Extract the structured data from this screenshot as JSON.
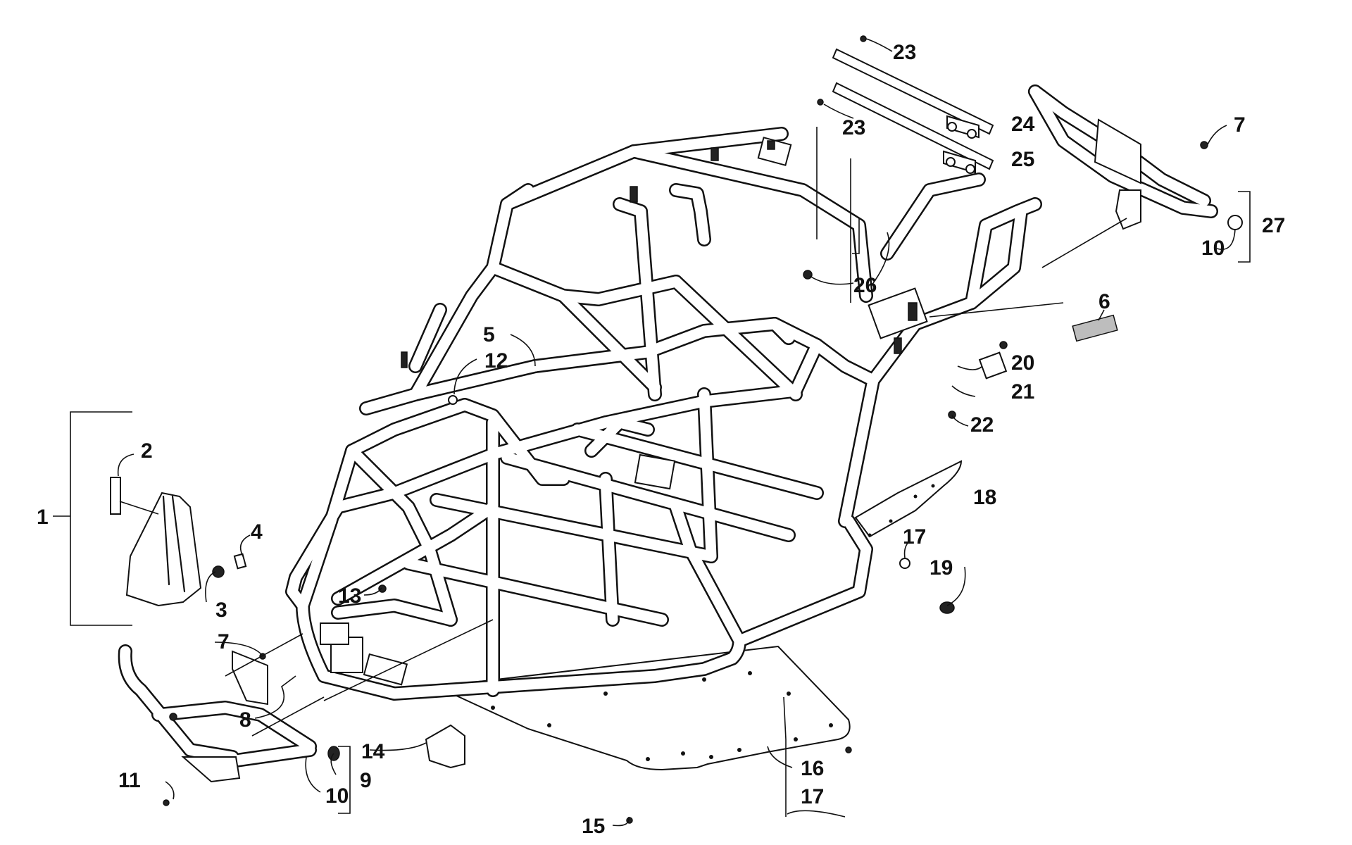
{
  "callouts": {
    "c1": "1",
    "c2": "2",
    "c3": "3",
    "c4": "4",
    "c5": "5",
    "c6": "6",
    "c7a": "7",
    "c7b": "7",
    "c8": "8",
    "c9": "9",
    "c10a": "10",
    "c10b": "10",
    "c11": "11",
    "c12": "12",
    "c13": "13",
    "c14": "14",
    "c15": "15",
    "c16": "16",
    "c17a": "17",
    "c17b": "17",
    "c18": "18",
    "c19": "19",
    "c20": "20",
    "c21": "21",
    "c22": "22",
    "c23a": "23",
    "c23b": "23",
    "c24": "24",
    "c25": "25",
    "c26": "26",
    "c27": "27"
  }
}
